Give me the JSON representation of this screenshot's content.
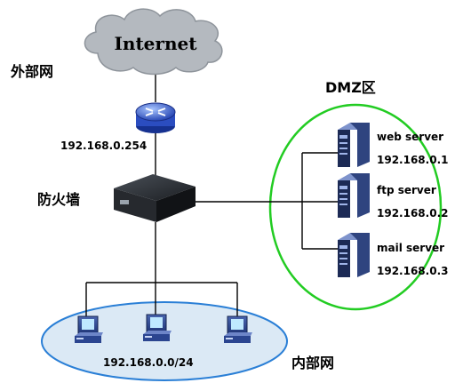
{
  "internet": {
    "label": "Internet"
  },
  "external_zone": {
    "label": "外部网"
  },
  "router": {
    "ip": "192.168.0.254"
  },
  "firewall": {
    "label": "防火墙"
  },
  "dmz": {
    "title": "DMZ区",
    "servers": [
      {
        "name": "web server",
        "ip": "192.168.0.1"
      },
      {
        "name": "ftp server",
        "ip": "192.168.0.2"
      },
      {
        "name": "mail server",
        "ip": "192.168.0.3"
      }
    ]
  },
  "internal_zone": {
    "label": "内部网",
    "subnet": "192.168.0.0/24"
  },
  "colors": {
    "dmz_border": "#22cc22",
    "internal_fill": "#dbe9f5",
    "internal_border": "#2a7fd6",
    "cloud": "#b4b9bf"
  },
  "icons": {
    "cloud": "cloud-icon",
    "router": "router-icon",
    "firewall": "firewall-icon",
    "server": "server-icon",
    "computer": "computer-icon"
  }
}
